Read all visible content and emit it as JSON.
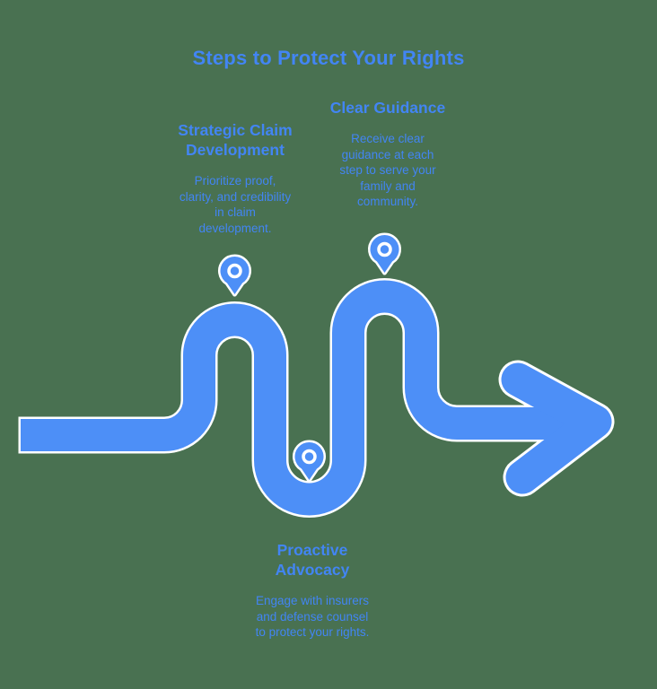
{
  "title": "Steps to Protect Your Rights",
  "colors": {
    "background": "#497151",
    "path_blue": "#4D8FF7",
    "text_blue": "#4285F4",
    "outline_white": "#FFFFFF"
  },
  "steps": [
    {
      "heading": "Strategic Claim\nDevelopment",
      "description": "Prioritize proof,\nclarity, and credibility\nin claim\ndevelopment.",
      "marker": "location-pin-icon"
    },
    {
      "heading": "Clear Guidance",
      "description": "Receive clear\nguidance at each\nstep to serve your\nfamily and\ncommunity.",
      "marker": "location-pin-icon"
    },
    {
      "heading": "Proactive\nAdvocacy",
      "description": "Engage with insurers\nand defense counsel\nto protect your rights.",
      "marker": "location-pin-icon"
    }
  ],
  "path": {
    "direction": "left-to-right",
    "terminator": "arrow-right"
  }
}
